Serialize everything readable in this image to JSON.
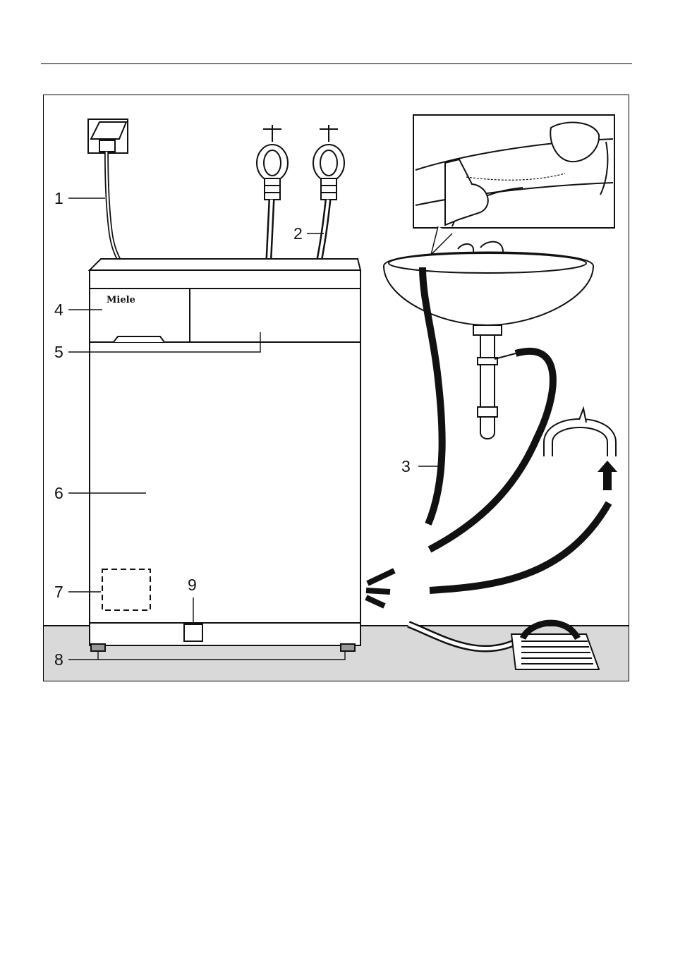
{
  "diagram": {
    "brand_label": "Miele",
    "callouts": [
      {
        "id": "1",
        "label": "1"
      },
      {
        "id": "2",
        "label": "2"
      },
      {
        "id": "3",
        "label": "3"
      },
      {
        "id": "4",
        "label": "4"
      },
      {
        "id": "5",
        "label": "5"
      },
      {
        "id": "6",
        "label": "6"
      },
      {
        "id": "7",
        "label": "7"
      },
      {
        "id": "8",
        "label": "8"
      },
      {
        "id": "9",
        "label": "9"
      }
    ],
    "colors": {
      "line": "#111111",
      "floor": "#d9d9d9",
      "arrow": "#111111"
    },
    "icons": [
      "power-socket-icon",
      "water-tap-icon",
      "sink-icon",
      "hose-icon",
      "floor-drain-icon",
      "up-arrow-icon",
      "left-arrow-icon"
    ]
  }
}
